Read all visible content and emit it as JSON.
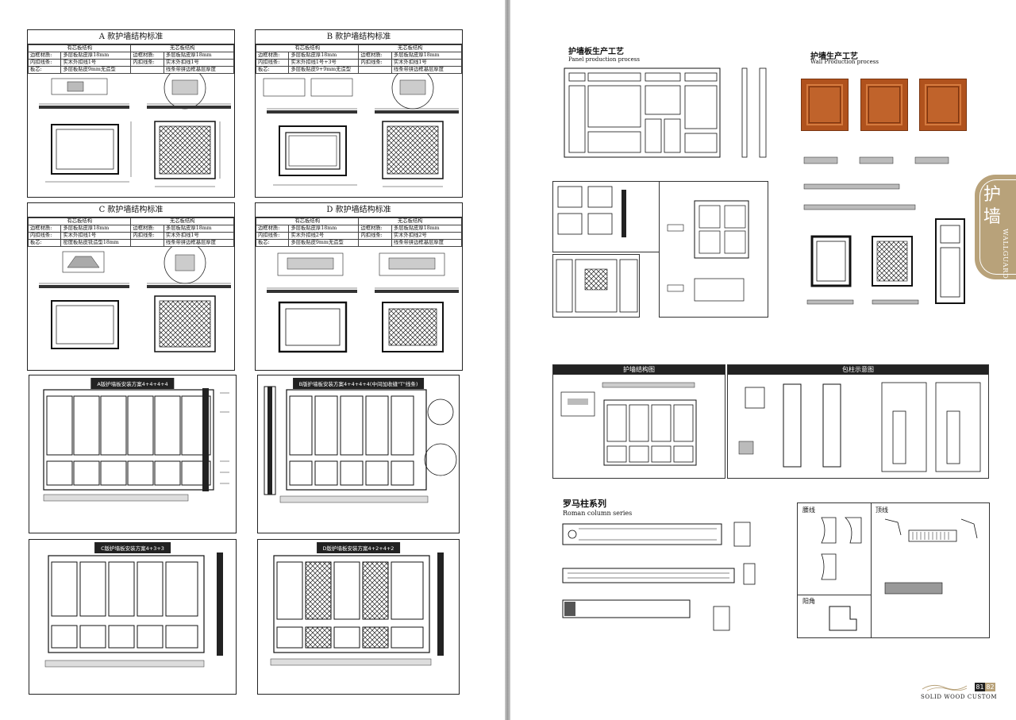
{
  "left_page": {
    "specs": [
      {
        "title": "A 款护墙结构标准",
        "col_left": "有芯板结构",
        "col_right": "无芯板结构",
        "rows": [
          [
            "边框材质:",
            "多层板贴皮厚18mm",
            "边框材质:",
            "多层板贴皮厚18mm"
          ],
          [
            "内扣线条:",
            "实木外扣线1号",
            "内扣线条:",
            "实木外扣线1号"
          ],
          [
            "板芯:",
            "多层板贴皮9mm无造型",
            "",
            "线条带拼边框基层厚度"
          ]
        ]
      },
      {
        "title": "B 款护墙结构标准",
        "col_left": "有芯板结构",
        "col_right": "无芯板结构",
        "rows": [
          [
            "边框材质:",
            "多层板贴皮厚18mm",
            "边框材质:",
            "多层板贴皮厚18mm"
          ],
          [
            "内扣线条:",
            "实木外扣线1号+3号",
            "内扣线条:",
            "实木外扣线1号"
          ],
          [
            "板芯:",
            "多层板贴皮9+9mm无造型",
            "",
            "线条带拼边框基层厚度"
          ]
        ]
      },
      {
        "title": "C 款护墙结构标准",
        "col_left": "有芯板结构",
        "col_right": "无芯板结构",
        "rows": [
          [
            "边框材质:",
            "多层板贴皮厚18mm",
            "边框材质:",
            "多层板贴皮厚18mm"
          ],
          [
            "内扣线条:",
            "实木外扣线1号",
            "内扣线条:",
            "实木外扣线1号"
          ],
          [
            "板芯:",
            "密度板贴皮铣造型18mm",
            "",
            "线条带拼边框基层厚度"
          ]
        ]
      },
      {
        "title": "D 款护墙结构标准",
        "col_left": "有芯板结构",
        "col_right": "无芯板结构",
        "rows": [
          [
            "边框材质:",
            "多层板贴皮厚18mm",
            "边框材质:",
            "多层板贴皮厚18mm"
          ],
          [
            "内扣线条:",
            "实木外扣线2号",
            "内扣线条:",
            "实木外扣线2号"
          ],
          [
            "板芯:",
            "多层板贴皮9mm无造型",
            "",
            "线条带拼边框基层厚度"
          ]
        ]
      }
    ],
    "installs": [
      {
        "title": "A版护墙板安装方案4+4+4+4"
      },
      {
        "title": "B版护墙板安装方案4+4+4+4(中间加收缝\"T\"线条)"
      },
      {
        "title": "C版护墙板安装方案4+3+3"
      },
      {
        "title": "D版护墙板安装方案4+2+4+2"
      }
    ]
  },
  "right_page": {
    "sections": {
      "panel_cn": "护墙板生产工艺",
      "panel_en": "Panel production process",
      "wall_cn": "护墙生产工艺",
      "wall_en": "Wall Production process",
      "structure_bar": "护墙结构图",
      "wrap_bar": "包柱示意图",
      "roman_cn": "罗马柱系列",
      "roman_en": "Roman column series",
      "waist_label": "腰线",
      "top_label": "顶线",
      "corner_label": "阳角"
    },
    "tab": {
      "cn_1": "护",
      "cn_2": "墙",
      "en": "WALLGUARD"
    },
    "footer": {
      "brand": "SOLID WOOD CUSTOM",
      "page_left": "81",
      "page_right": "82"
    },
    "colors": {
      "accent_gold": "#b8a27a",
      "door_wood": "#b0521d"
    }
  }
}
